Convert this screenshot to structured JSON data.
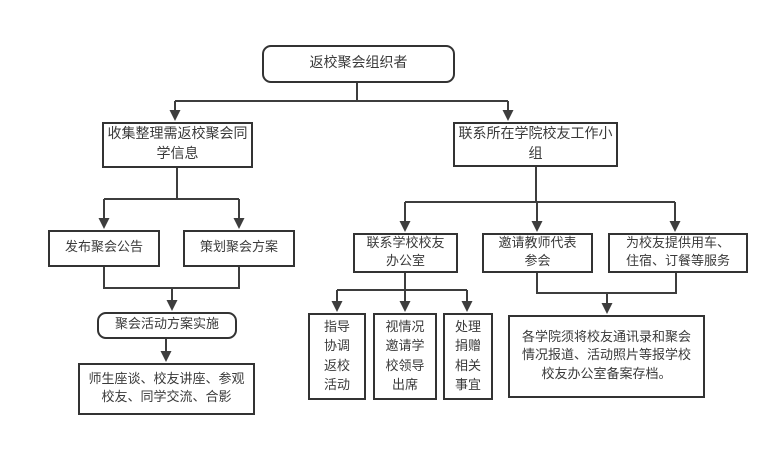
{
  "diagram": {
    "type": "flowchart",
    "background_color": "#ffffff",
    "line_color": "#3d3d3d",
    "box_border_color": "#333333",
    "text_color": "#3a3a3a",
    "nodes": {
      "organizer": "返校聚会组织者",
      "collect_info": "收集整理需返校聚会同\n学信息",
      "college_group": "联系所在学院校友工作小\n组",
      "publish_notice": "发布聚会公告",
      "plan_scheme": "策划聚会方案",
      "implement_plan": "聚会活动方案实施",
      "activities": "师生座谈、校友讲座、参观\n校友、同学交流、合影",
      "alumni_office": "联系学校校友\n办公室",
      "invite_teachers": "邀请教师代表\n参会",
      "provide_services": "为校友提供用车、\n住宿、订餐等服务",
      "guide_coordinate": "指导\n协调\n返校\n活动",
      "invite_leaders": "视情况\n邀请学\n校领导\n出席",
      "handle_donations": "处理\n捐赠\n相关\n事宜",
      "archive_filing": "各学院须将校友通讯录和聚会\n情况报道、活动照片等报学校\n校友办公室备案存档。"
    }
  }
}
